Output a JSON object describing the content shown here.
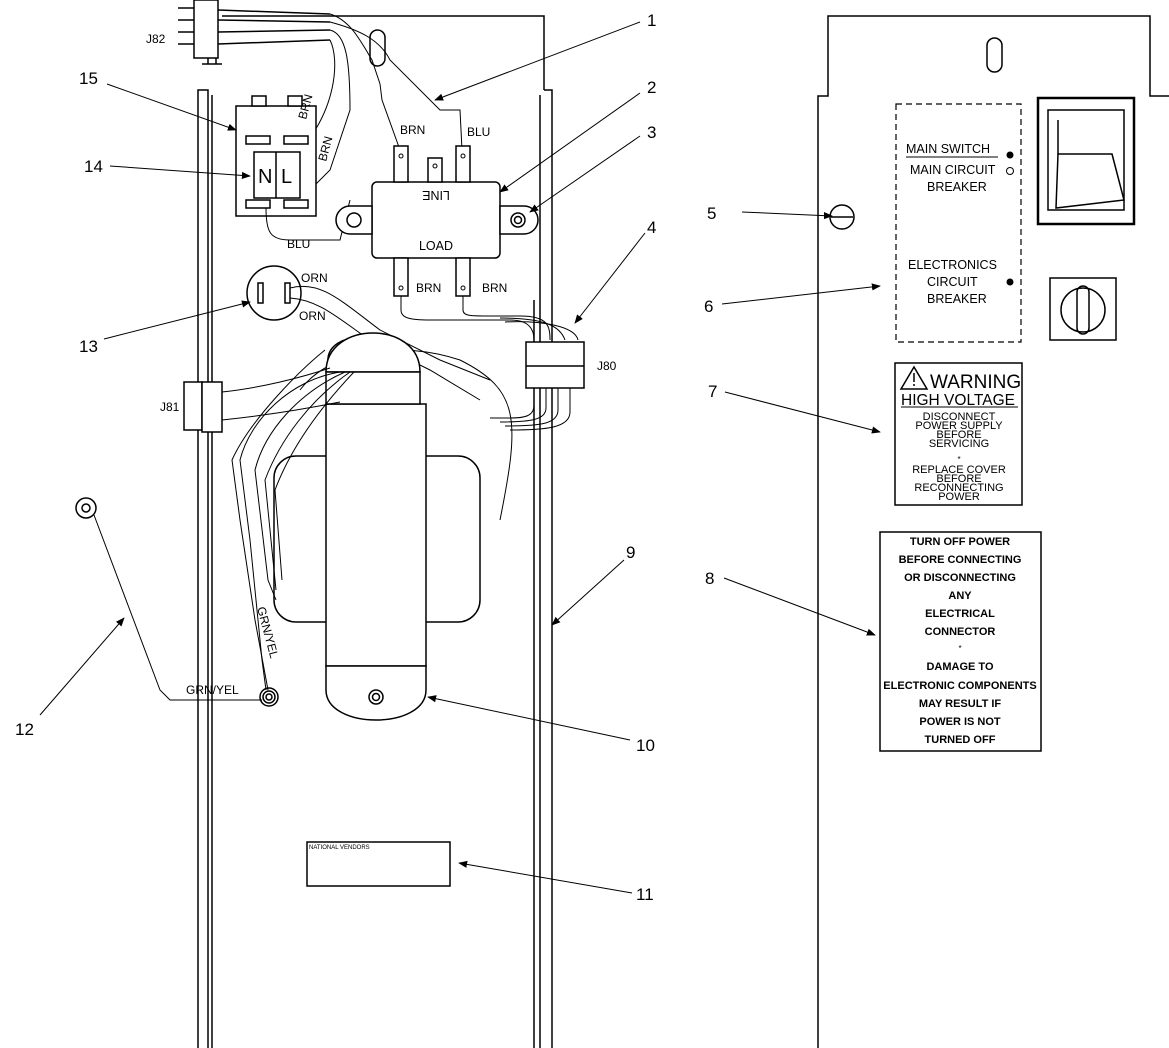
{
  "callouts": [
    "1",
    "2",
    "3",
    "4",
    "5",
    "6",
    "7",
    "8",
    "9",
    "10",
    "11",
    "12",
    "13",
    "14",
    "15"
  ],
  "connectors": {
    "j80": "J80",
    "j81": "J81",
    "j82": "J82"
  },
  "wires": {
    "brn_top_left": "BRN",
    "blu_top_right": "BLU",
    "brn_diag": "BRN",
    "blu_bottom": "BLU",
    "brn_load_left": "BRN",
    "brn_load_right": "BRN",
    "orn_top": "ORN",
    "orn_bottom": "ORN",
    "grn_yel_vertical": "GRN/YEL",
    "grn_yel_horizontal": "GRN/YEL"
  },
  "filter": {
    "line": "LINE",
    "load": "LOAD"
  },
  "terminal": {
    "n": "N",
    "l": "L"
  },
  "nameplate": "NATIONAL VENDORS",
  "panel": {
    "main_switch": "MAIN SWITCH",
    "main_breaker_1": "MAIN CIRCUIT",
    "main_breaker_2": "BREAKER",
    "elec_1": "ELECTRONICS",
    "elec_2": "CIRCUIT",
    "elec_3": "BREAKER"
  },
  "warning": {
    "title": "WARNING",
    "subtitle": "HIGH VOLTAGE",
    "lines": [
      "DISCONNECT",
      "POWER SUPPLY",
      "BEFORE",
      "SERVICING",
      "*",
      "REPLACE COVER",
      "BEFORE",
      "RECONNECTING",
      "POWER"
    ]
  },
  "notice": {
    "lines": [
      "TURN OFF POWER",
      "BEFORE CONNECTING",
      "OR DISCONNECTING",
      "ANY",
      "ELECTRICAL",
      "CONNECTOR",
      "*",
      "DAMAGE TO",
      "ELECTRONIC COMPONENTS",
      "MAY RESULT IF",
      "POWER IS NOT",
      "TURNED OFF"
    ]
  }
}
